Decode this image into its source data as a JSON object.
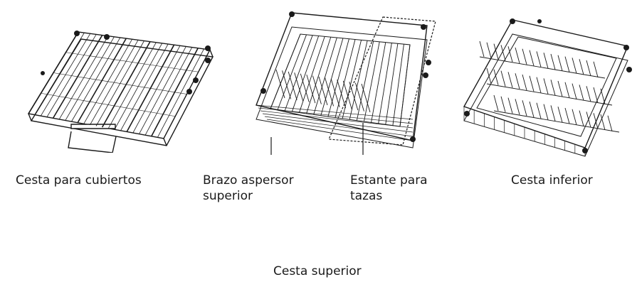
{
  "labels": {
    "cutlery_basket": "Cesta para cubiertos",
    "upper_spray_arm_line1": "Brazo aspersor",
    "upper_spray_arm_line2": "superior",
    "cup_shelf_line1": "Estante para",
    "cup_shelf_line2": "tazas",
    "lower_basket": "Cesta inferior",
    "upper_basket": "Cesta superior"
  },
  "colors": {
    "line": "#1a1a1a",
    "background": "#ffffff"
  }
}
